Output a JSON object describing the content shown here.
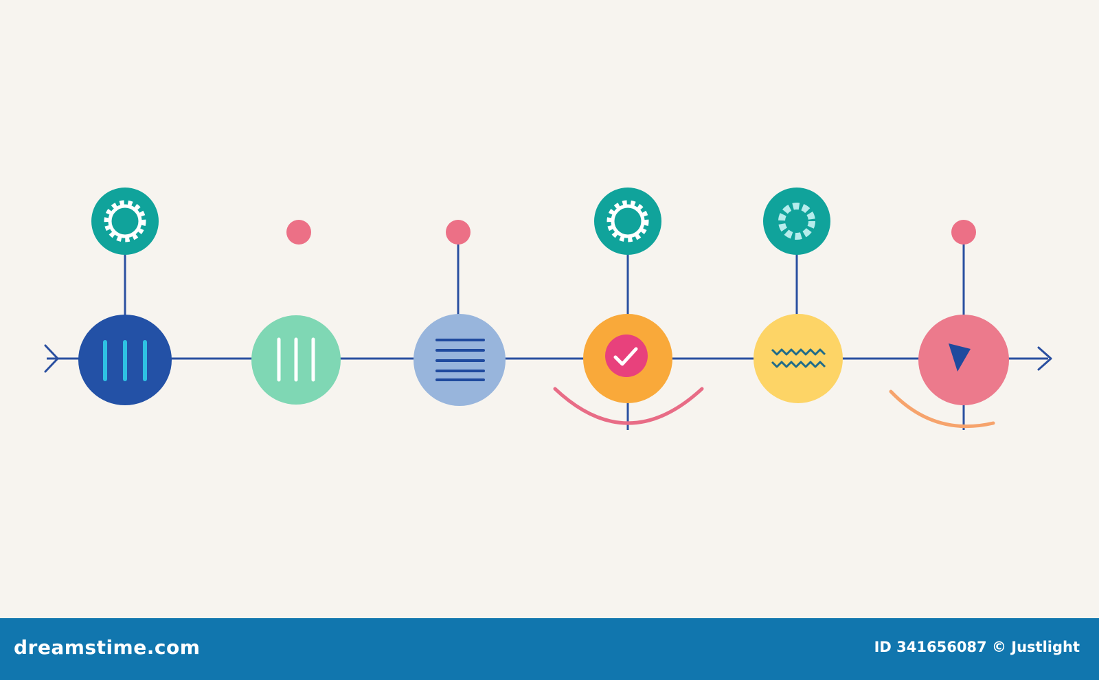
{
  "colors": {
    "background": "#f7f4ef",
    "line": "#2a4fa0",
    "teal": "#10a39b",
    "pink_dot": "#ec7086",
    "footer": "#1176ae"
  },
  "timeline": {
    "nodes": [
      {
        "name": "node-1",
        "fill": "#2351a6",
        "icon": "vertical-bars-icon",
        "icon_color": "#2ec1e3",
        "top": "gear-icon"
      },
      {
        "name": "node-2",
        "fill": "#7fd7b4",
        "icon": "vertical-bars-icon",
        "icon_color": "#ffffff",
        "top": "dot"
      },
      {
        "name": "node-3",
        "fill": "#98b5dc",
        "icon": "horizontal-lines-icon",
        "icon_color": "#1f4a9e",
        "top": "dot-connected"
      },
      {
        "name": "node-4",
        "fill": "#f9a93a",
        "icon": "checkmark-icon",
        "icon_color": "#e8417c",
        "top": "gear-icon",
        "arc_color": "#e86c86"
      },
      {
        "name": "node-5",
        "fill": "#fdd466",
        "icon": "zigzag-icon",
        "icon_color": "#1f6b8a",
        "top": "ring-icon"
      },
      {
        "name": "node-6",
        "fill": "#ec7a8c",
        "icon": "triangle-icon",
        "icon_color": "#1f4a9e",
        "top": "dot-connected",
        "arc_color": "#f6a36c"
      }
    ]
  },
  "footer": {
    "brand": "dreamstime.com",
    "image_id": "ID 341656087 © Justlight"
  }
}
